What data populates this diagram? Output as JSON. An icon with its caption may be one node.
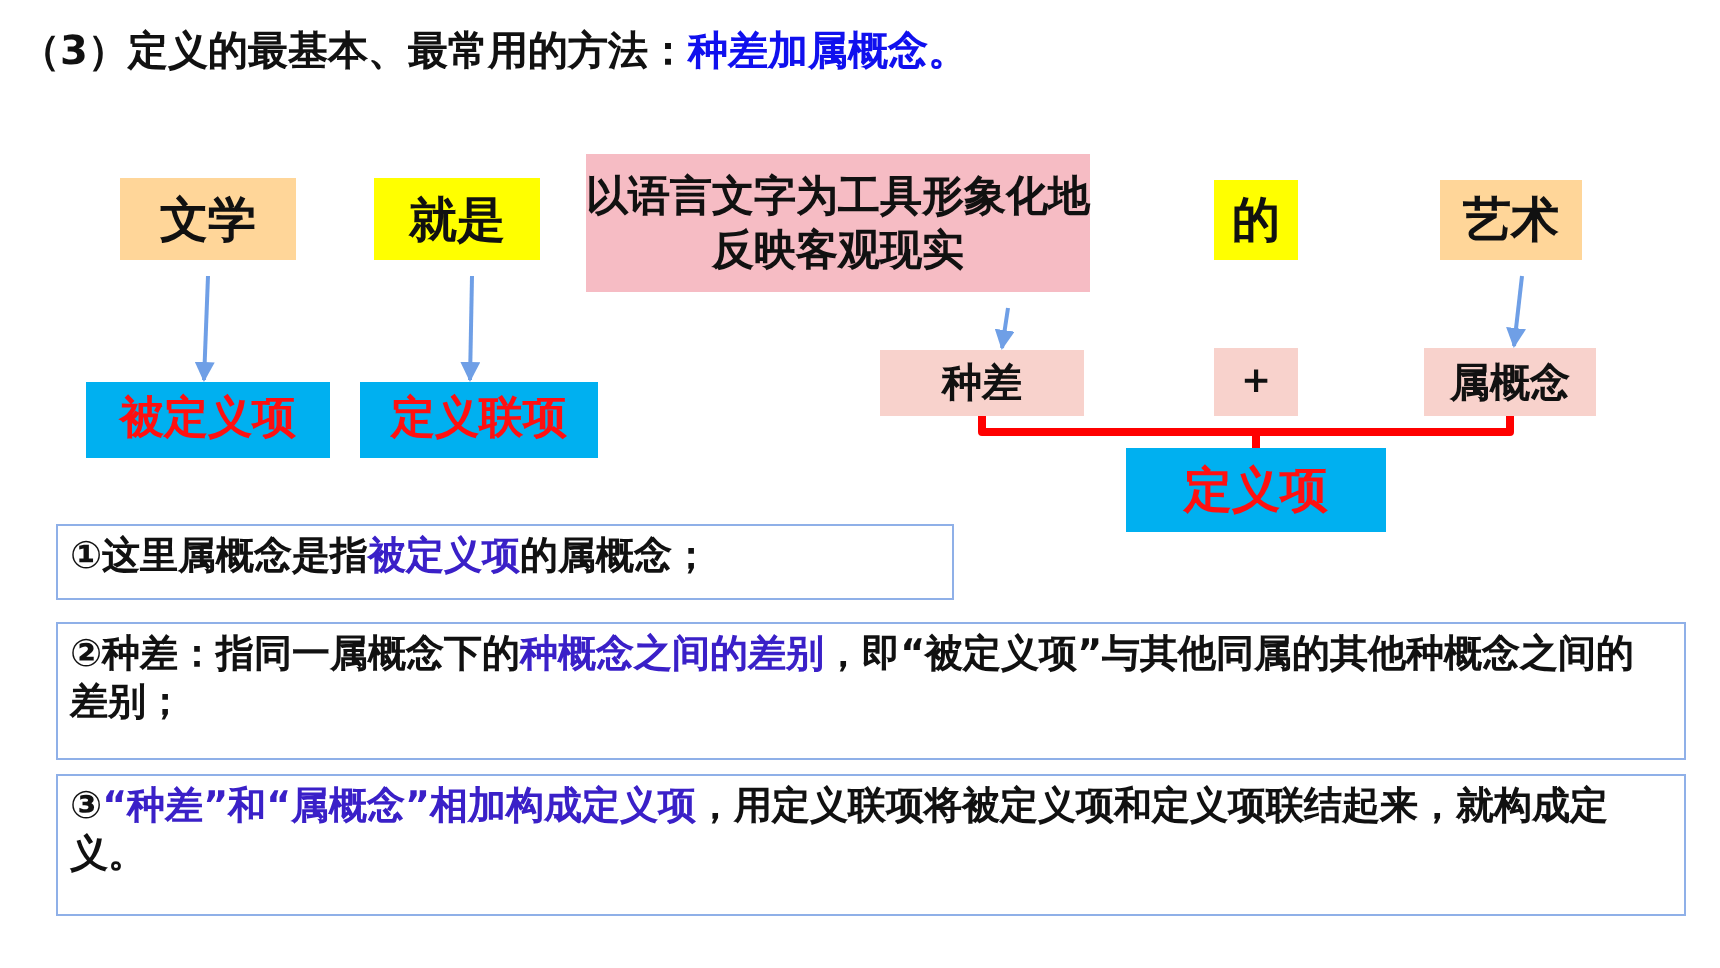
{
  "diagram": {
    "title": "（3）定义的最基本、最常用的方法：**种差加属概念。**",
    "nodes": [
      {
        "text": [
          "文学"
        ]
      },
      {
        "text": [
          "就是"
        ]
      },
      {
        "text": [
          "以语言文字为工具形象化地反映客观现实"
        ]
      },
      {
        "text": [
          "的"
        ]
      },
      {
        "text": [
          "艺术"
        ]
      },
      {
        "text": [
          "被定义项"
        ]
      },
      {
        "text": [
          "定义联项"
        ]
      },
      {
        "text": [
          "种差"
        ]
      },
      {
        "text": [
          "+"
        ]
      },
      {
        "text": [
          "属概念"
        ]
      },
      {
        "text": [
          "定义项"
        ]
      },
      {
        "text": [
          "①这里属概念是指**被定义项**的属概念；"
        ]
      },
      {
        "text": [
          "②种差：指同一属概念下的**种概念之间的差别**，即“被定义项”与其他同属的其他种概念之间的差别；"
        ]
      },
      {
        "text": [
          "③**“种差”和“属概念”相加构成定义项**，用定义联项将被定义项和定义项联结起来，就构成定义。"
        ]
      }
    ],
    "edges": [
      {
        "from": 0,
        "to": 5,
        "arrow": "to"
      },
      {
        "from": 1,
        "to": 6,
        "arrow": "to"
      },
      {
        "from": 2,
        "to": 7,
        "arrow": "to"
      },
      {
        "from": 4,
        "to": 9,
        "arrow": "to"
      },
      {
        "from": 7,
        "to": 10,
        "arrow": "none",
        "style": "thick",
        "color": "#ff0000"
      },
      {
        "from": 9,
        "to": 10,
        "arrow": "none",
        "style": "thick",
        "color": "#ff0000"
      }
    ]
  }
}
